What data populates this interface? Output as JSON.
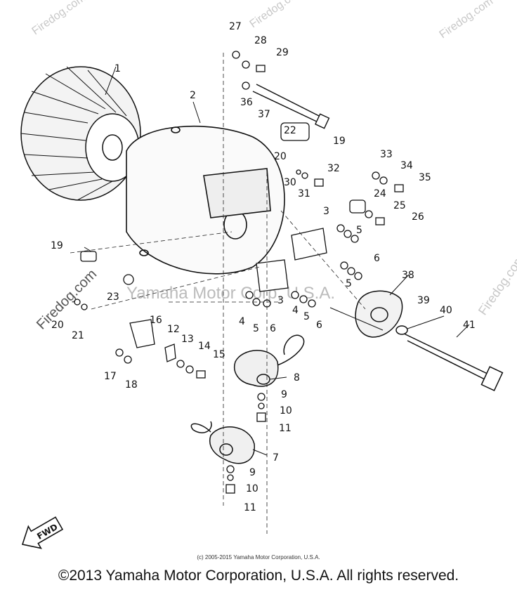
{
  "watermarks": {
    "brand": "Firedog.com",
    "center_text": "Yamaha Motor Corp, U.S.A."
  },
  "labels": [
    "1",
    "2",
    "3",
    "3",
    "4",
    "4",
    "5",
    "5",
    "5",
    "5",
    "6",
    "6",
    "6",
    "7",
    "8",
    "9",
    "9",
    "10",
    "10",
    "11",
    "11",
    "12",
    "13",
    "14",
    "15",
    "16",
    "17",
    "18",
    "19",
    "19",
    "20",
    "20",
    "21",
    "22",
    "23",
    "24",
    "25",
    "26",
    "27",
    "28",
    "29",
    "30",
    "31",
    "32",
    "33",
    "34",
    "35",
    "36",
    "37",
    "38",
    "39",
    "40",
    "41"
  ],
  "fwd_badge": "FWD",
  "copyright_small": "(c) 2005-2015 Yamaha Motor Corporation, U.S.A.",
  "copyright_main": "©2013 Yamaha Motor Corporation, U.S.A. All rights reserved."
}
